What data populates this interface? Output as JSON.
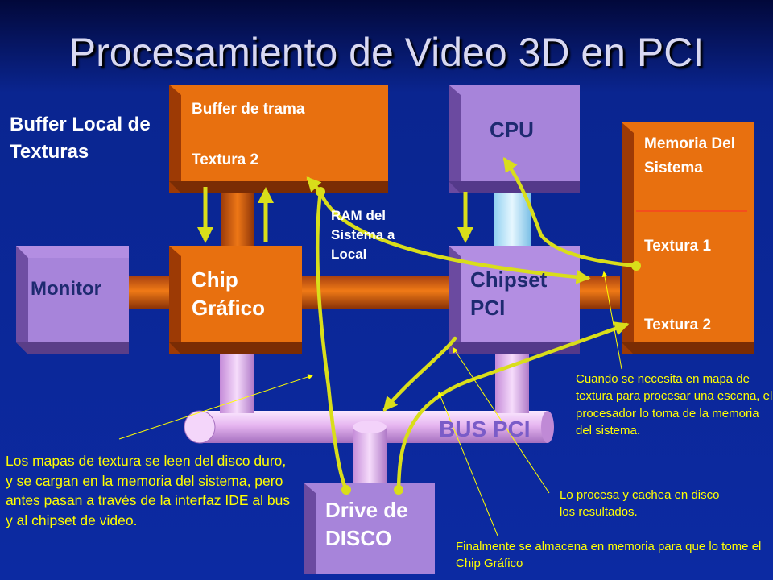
{
  "title": "Procesamiento de Video 3D en PCI",
  "blocks": {
    "buffer_local": "Buffer Local de Texturas",
    "frame_buffer_line1": "Buffer de trama",
    "frame_buffer_line2": "Textura 2",
    "cpu": "CPU",
    "system_memory_title": "Memoria Del Sistema",
    "texture1": "Textura 1",
    "texture2": "Textura 2",
    "monitor": "Monitor",
    "graphics_chip": "Chip Gráfico",
    "chipset": "Chipset PCI",
    "ram_to_local": "RAM del Sistema a Local",
    "bus_pci": "BUS PCI",
    "disk_drive": "Drive de DISCO"
  },
  "notes": {
    "textures_read": "Los mapas de textura se leen del disco duro, y se cargan en la memoria del sistema, pero antes pasan a través de la interfaz IDE al bus y al chipset de video.",
    "when_needed": "Cuando se necesita en mapa de textura para procesar una escena, el procesador lo toma de la memoria del sistema.",
    "process_cache": "Lo procesa y cachea en disco los resultados.",
    "finally_store": "Finalmente se almacena en memoria para que lo tome el Chip Gráfico"
  },
  "colors": {
    "orange_front": "#e8700f",
    "purple_front": "#b08ae0",
    "bus_pink": "#ecc6f4",
    "arrow_yellow": "#d9de1a",
    "note_yellow": "#ffff00"
  }
}
